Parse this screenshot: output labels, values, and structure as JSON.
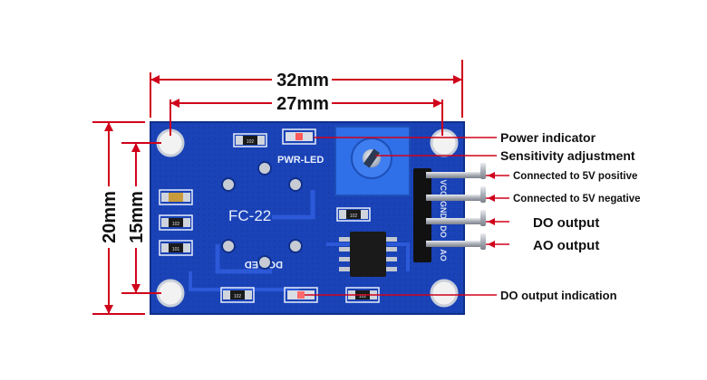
{
  "dimensions": {
    "width_outer": "32mm",
    "width_holes": "27mm",
    "height_outer": "20mm",
    "height_holes": "15mm"
  },
  "board": {
    "model": "FC-22",
    "pwr_led_label": "PWR-LED",
    "do_led_label": "DO-LED",
    "pin_labels": [
      "VCC",
      "GND",
      "DO",
      "AO"
    ],
    "smd_labels": [
      "102",
      "102",
      "102",
      "101",
      "102",
      "102"
    ]
  },
  "callouts": {
    "power_indicator": "Power indicator",
    "sensitivity_adjustment": "Sensitivity adjustment",
    "vcc": "Connected to 5V positive",
    "gnd": "Connected to 5V negative",
    "do": "DO output",
    "ao": "AO output",
    "do_indication": "DO output indication"
  },
  "colors": {
    "dimension": "#d0021b",
    "pcb": "#1a43b8",
    "pcb_dark": "#0f2f8a",
    "silk": "#e8eefc",
    "pot_body": "#2f6fe8",
    "pin_metal": "#b8bcc4",
    "callout_text": "#111111"
  }
}
